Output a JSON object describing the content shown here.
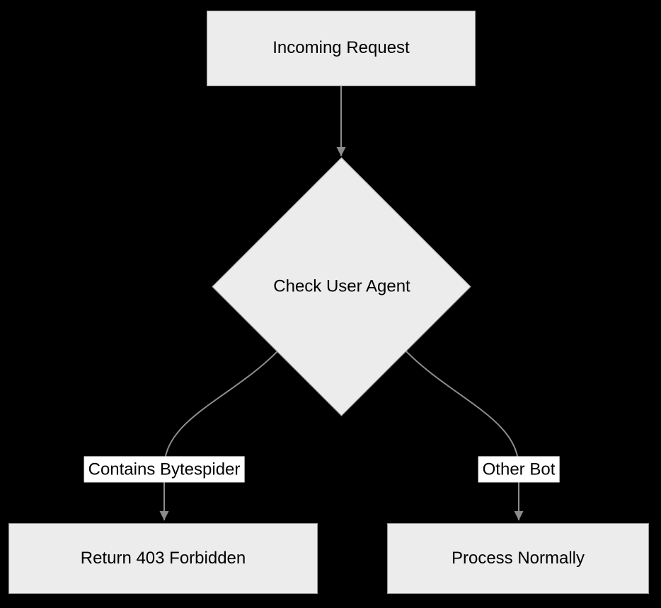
{
  "diagram": {
    "background_color": "#000000",
    "node_fill_color": "#ececec",
    "node_border_color": "#999999",
    "arrow_color": "#8c8c8c",
    "nodes": {
      "incoming": {
        "label": "Incoming Request",
        "shape": "rectangle"
      },
      "check": {
        "label": "Check User Agent",
        "shape": "diamond"
      },
      "forbidden": {
        "label": "Return 403 Forbidden",
        "shape": "rectangle"
      },
      "process": {
        "label": "Process Normally",
        "shape": "rectangle"
      }
    },
    "edges": [
      {
        "from": "incoming",
        "to": "check",
        "label": ""
      },
      {
        "from": "check",
        "to": "forbidden",
        "label": "Contains Bytespider"
      },
      {
        "from": "check",
        "to": "process",
        "label": "Other Bot"
      }
    ]
  }
}
